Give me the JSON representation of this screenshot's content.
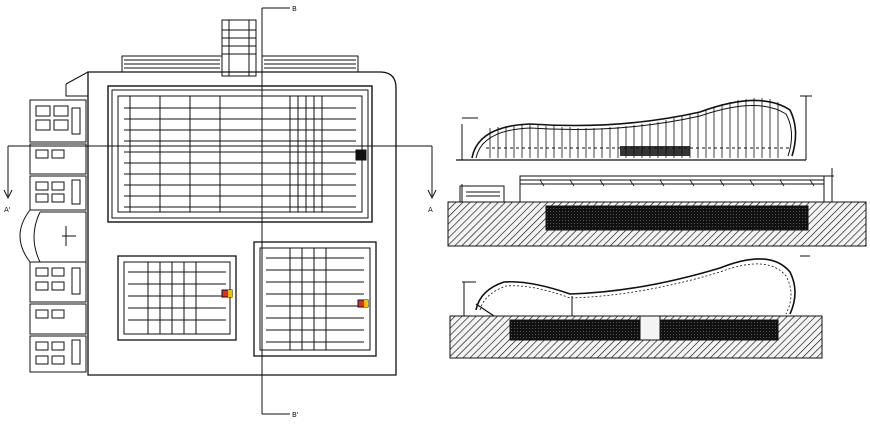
{
  "section_marks": {
    "b_top": "B",
    "b_bottom": "B'",
    "a_left": "A'",
    "a_right": "A"
  },
  "colors": {
    "line": "#111111",
    "ground": "#1a1a1a",
    "accent_red": "#e8291c",
    "accent_yellow": "#f2c200"
  }
}
